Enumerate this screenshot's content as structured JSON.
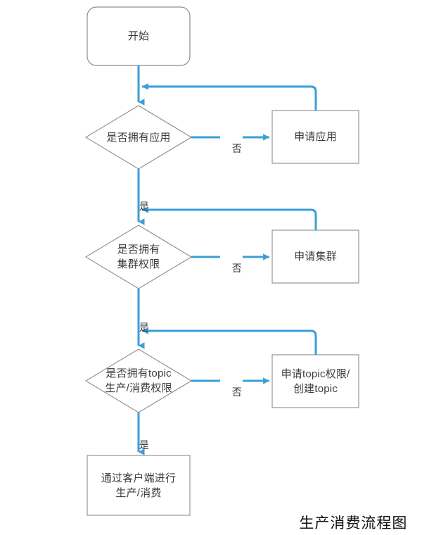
{
  "diagram": {
    "title": "生产消费流程图",
    "colors": {
      "connector": "#3a9fd8",
      "shape_stroke": "#8c8c8c",
      "shape_fill": "#ffffff",
      "text": "#3c3c3c",
      "caption": "#111111",
      "background": "#ffffff"
    },
    "nodes": {
      "start": {
        "shape": "rounded-rectangle",
        "label": "开始"
      },
      "decision_app": {
        "shape": "diamond",
        "label": "是否拥有应用"
      },
      "action_app": {
        "shape": "rectangle",
        "label": "申请应用"
      },
      "decision_cluster": {
        "shape": "diamond",
        "label_line1": "是否拥有",
        "label_line2": "集群权限"
      },
      "action_cluster": {
        "shape": "rectangle",
        "label": "申请集群"
      },
      "decision_topic": {
        "shape": "diamond",
        "label_line1": "是否拥有topic",
        "label_line2": "生产/消费权限"
      },
      "action_topic": {
        "shape": "rectangle",
        "label_line1": "申请topic权限/",
        "label_line2": "创建topic"
      },
      "end_client": {
        "shape": "rectangle",
        "label_line1": "通过客户端进行",
        "label_line2": "生产/消费"
      }
    },
    "edge_labels": {
      "no_app": "否",
      "yes_app": "是",
      "no_cluster": "否",
      "yes_cluster": "是",
      "no_topic": "否",
      "yes_topic": "是"
    }
  }
}
